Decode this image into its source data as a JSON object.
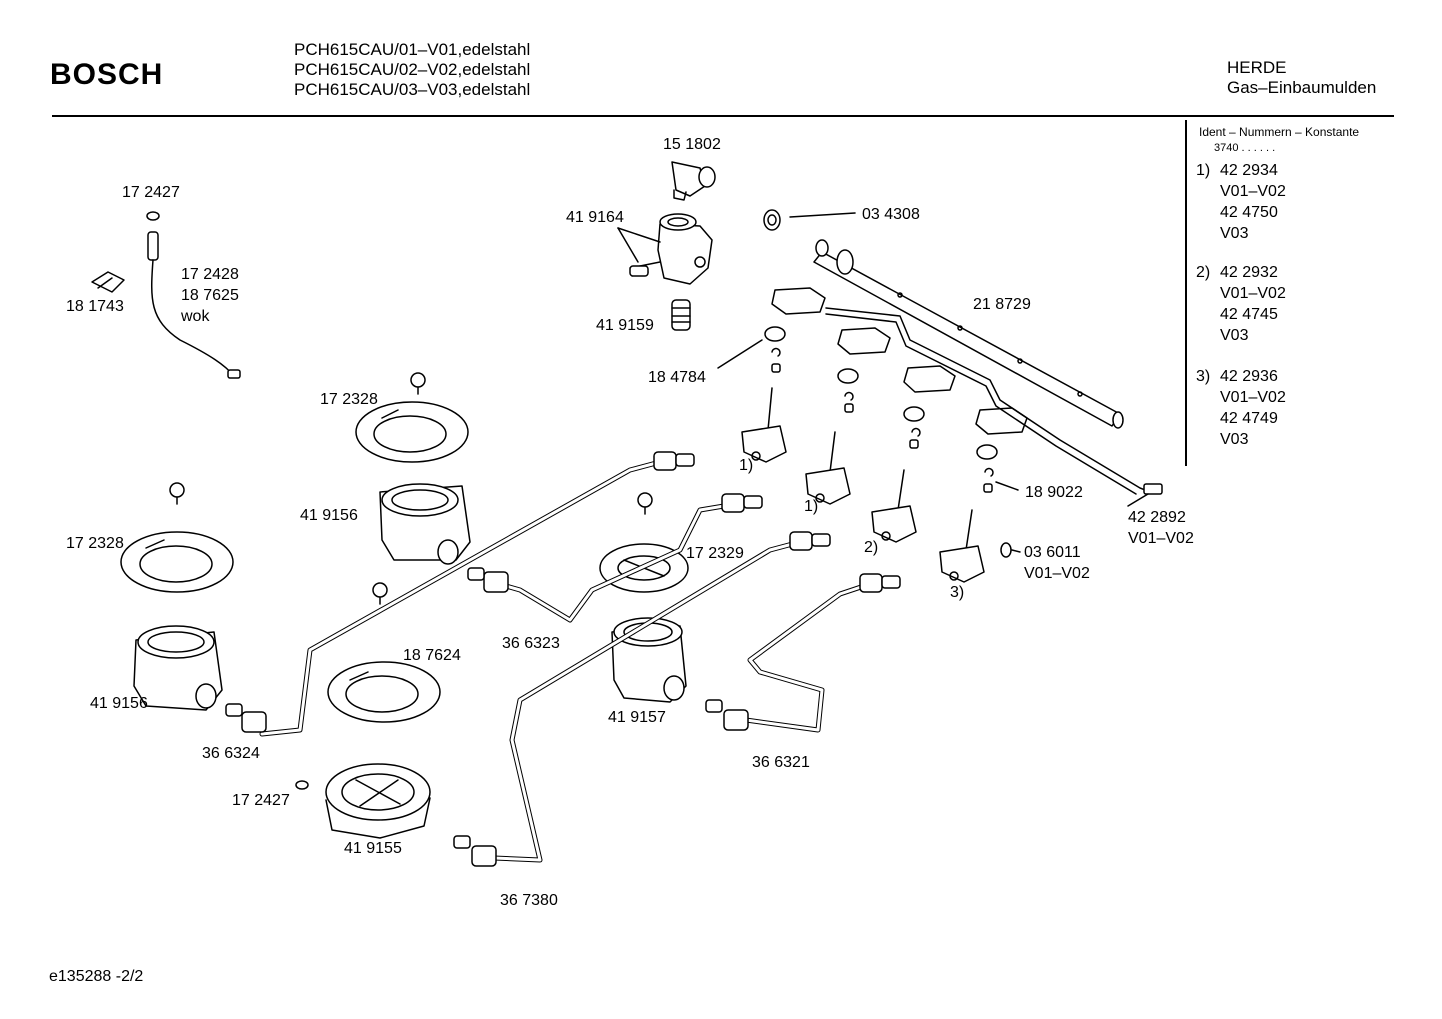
{
  "header": {
    "brand": "BOSCH",
    "models": [
      "PCH615CAU/01–V01,edelstahl",
      "PCH615CAU/02–V02,edelstahl",
      "PCH615CAU/03–V03,edelstahl"
    ],
    "category_line1": "HERDE",
    "category_line2": "Gas–Einbaumulden"
  },
  "ident_panel": {
    "heading": "Ident – Nummern – Konstante",
    "constant": "3740  .  .  .  .  .  .",
    "variants": [
      {
        "num": "1)",
        "lines": [
          "42 2934",
          "V01–V02",
          "42 4750",
          "V03"
        ]
      },
      {
        "num": "2)",
        "lines": [
          "42 2932",
          "V01–V02",
          "42 4745",
          "V03"
        ]
      },
      {
        "num": "3)",
        "lines": [
          "42 2936",
          "V01–V02",
          "42 4749",
          "V03"
        ]
      }
    ]
  },
  "parts": {
    "p151802": "15 1802",
    "p419164": "41 9164",
    "p034308": "03 4308",
    "p419159": "41 9159",
    "p172427a": "17 2427",
    "p172428": "17 2428",
    "p187625": "18 7625",
    "wok": "wok",
    "p181743": "18 1743",
    "p218729": "21 8729",
    "p184784": "18 4784",
    "p172328a": "17 2328",
    "p419156a": "41 9156",
    "p172328b": "17 2328",
    "p172329": "17 2329",
    "p366323": "36 6323",
    "p187624": "18 7624",
    "p419156b": "41 9156",
    "p366324": "36 6324",
    "p172427b": "17 2427",
    "p419155": "41 9155",
    "p367380": "36 7380",
    "p419157": "41 9157",
    "p366321": "36 6321",
    "p189022": "18 9022",
    "p422892": "42 2892",
    "p422892_ver": "V01–V02",
    "p036011": "03 6011",
    "p036011_ver": "V01–V02",
    "tap_1a": "1)",
    "tap_1b": "1)",
    "tap_2": "2)",
    "tap_3": "3)"
  },
  "footer": {
    "doc_id": "e135288  -2/2"
  }
}
